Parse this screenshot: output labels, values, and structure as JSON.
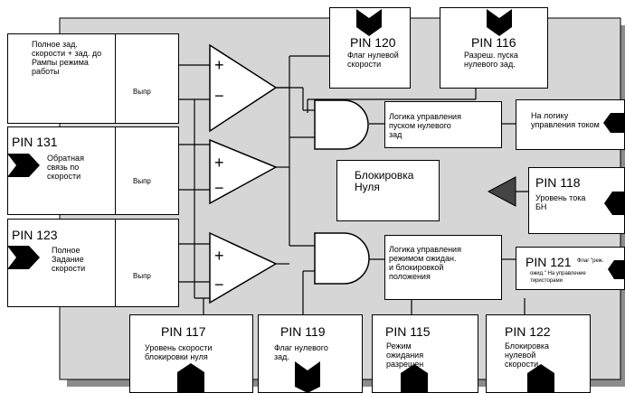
{
  "blocks": {
    "top_left_input": {
      "text": "Полное зад.\nскорости + зад. до\nРампы режима\nработы",
      "ramp_label": "Выпр"
    },
    "pin131": {
      "pin": "PIN 131",
      "text": "Обратная\nсвязь по\nскорости",
      "ramp_label": "Выпр"
    },
    "pin123": {
      "pin": "PIN 123",
      "text": "Полное\nЗадание\nскорости",
      "ramp_label": "Выпр"
    },
    "pin120": {
      "pin": "PIN 120",
      "text": "Флаг нулевой\nскорости"
    },
    "pin116": {
      "pin": "PIN 116",
      "text": "Разреш. пуска\nнулевого зад."
    },
    "logic_start": {
      "text": "Логика управления\nпуском нулевого\nзад"
    },
    "to_current_logic": {
      "text": "На логику\nуправления током"
    },
    "zero_lock": {
      "text": "Блокировка\nНуля"
    },
    "pin118": {
      "pin": "PIN 118",
      "text": "Уровень тока\nБН"
    },
    "logic_wait": {
      "text": "Логика управления\nрежимом ожидан.\nи блокировкой\nположения"
    },
    "pin121": {
      "pin": "PIN 121",
      "text_small1": "Флаг \"реж.",
      "text_small2": "ожид.\" На управление",
      "text_small3": "тиристорами"
    },
    "pin117": {
      "pin": "PIN 117",
      "text": "Уровень скорости\nблокировки нуля"
    },
    "pin119": {
      "pin": "PIN 119",
      "text": "Флаг нулевого\nзад."
    },
    "pin115": {
      "pin": "PIN 115",
      "text": "Режим\nожидания\nразрешен"
    },
    "pin122": {
      "pin": "PIN 122",
      "text": "Блокировка\nнулевой\nскорости"
    }
  },
  "comparator_symbols": {
    "plus": "+",
    "minus": "−"
  }
}
